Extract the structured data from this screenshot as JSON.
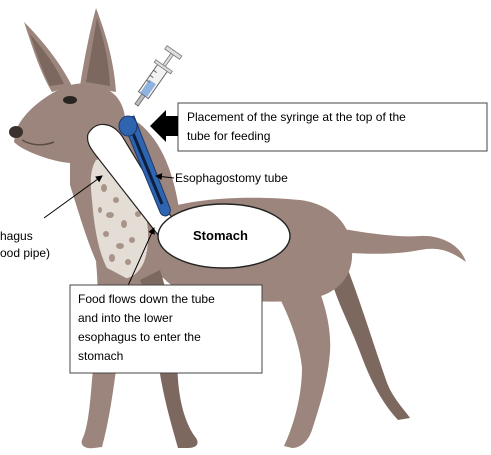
{
  "labels": {
    "syringe_callout": [
      "Placement of the syringe at the top of the",
      "tube for feeding"
    ],
    "tube": "Esophagostomy tube",
    "esophagus": [
      "hagus",
      "ood pipe)"
    ],
    "stomach": "Stomach",
    "flow_callout": [
      "Food flows down the tube",
      "and into the lower",
      "esophagus to enter the",
      "stomach"
    ]
  },
  "colors": {
    "dog_body": "#9c857c",
    "dog_shadow": "#7d6860",
    "chest_patch": "#e4ddd6",
    "chest_spots": "#a89488",
    "tube": "#2f64b0",
    "tube_dark": "#1a3a70",
    "arrow": "#000000"
  }
}
